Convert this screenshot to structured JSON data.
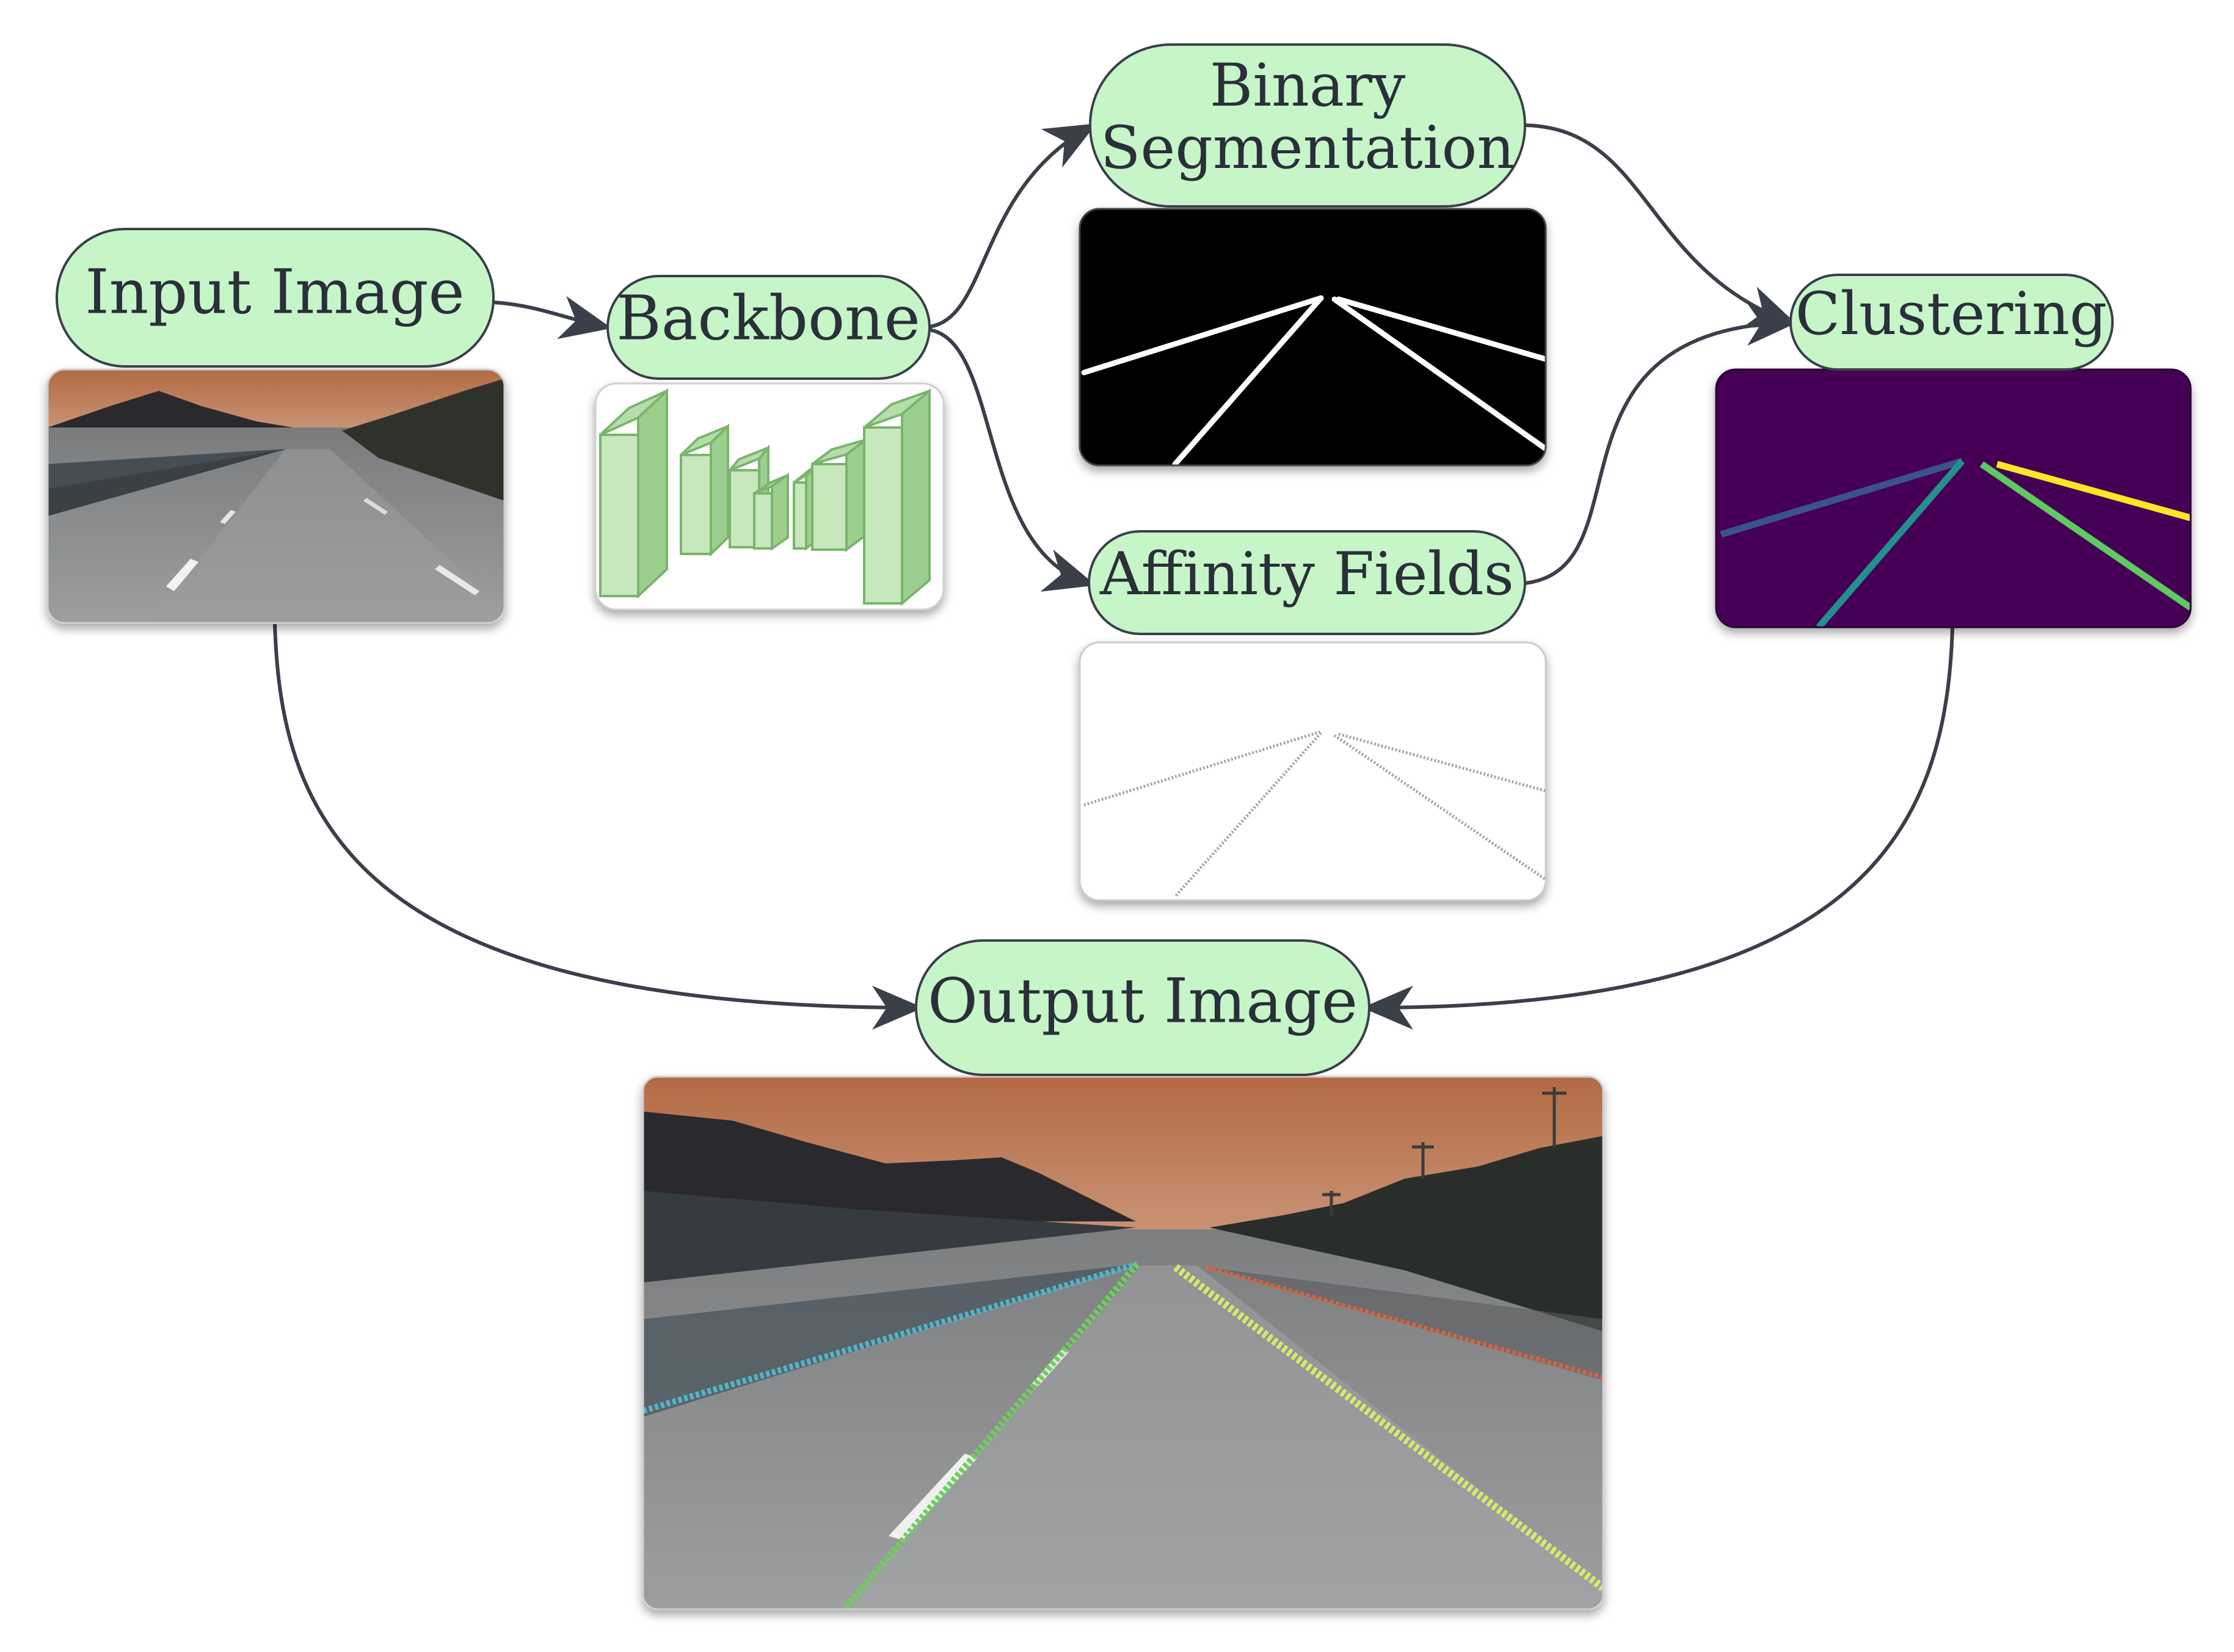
{
  "nodes": {
    "input": "Input Image",
    "backbone": "Backbone",
    "binary_line1": "Binary",
    "binary_line2": "Segmentation",
    "affinity": "Affinity Fields",
    "clustering": "Clustering",
    "output": "Output Image"
  },
  "colors": {
    "node_fill": "#c6f5c8",
    "node_stroke": "#3a3f4a",
    "arrow": "#3a3f4a",
    "sky": "#b8714a",
    "road": "#8a8d90",
    "cluster_bg": "#440154",
    "cluster_lane_1": "#3b528b",
    "cluster_lane_2": "#21908c",
    "cluster_lane_3": "#5ec962",
    "cluster_lane_4": "#fde725"
  }
}
